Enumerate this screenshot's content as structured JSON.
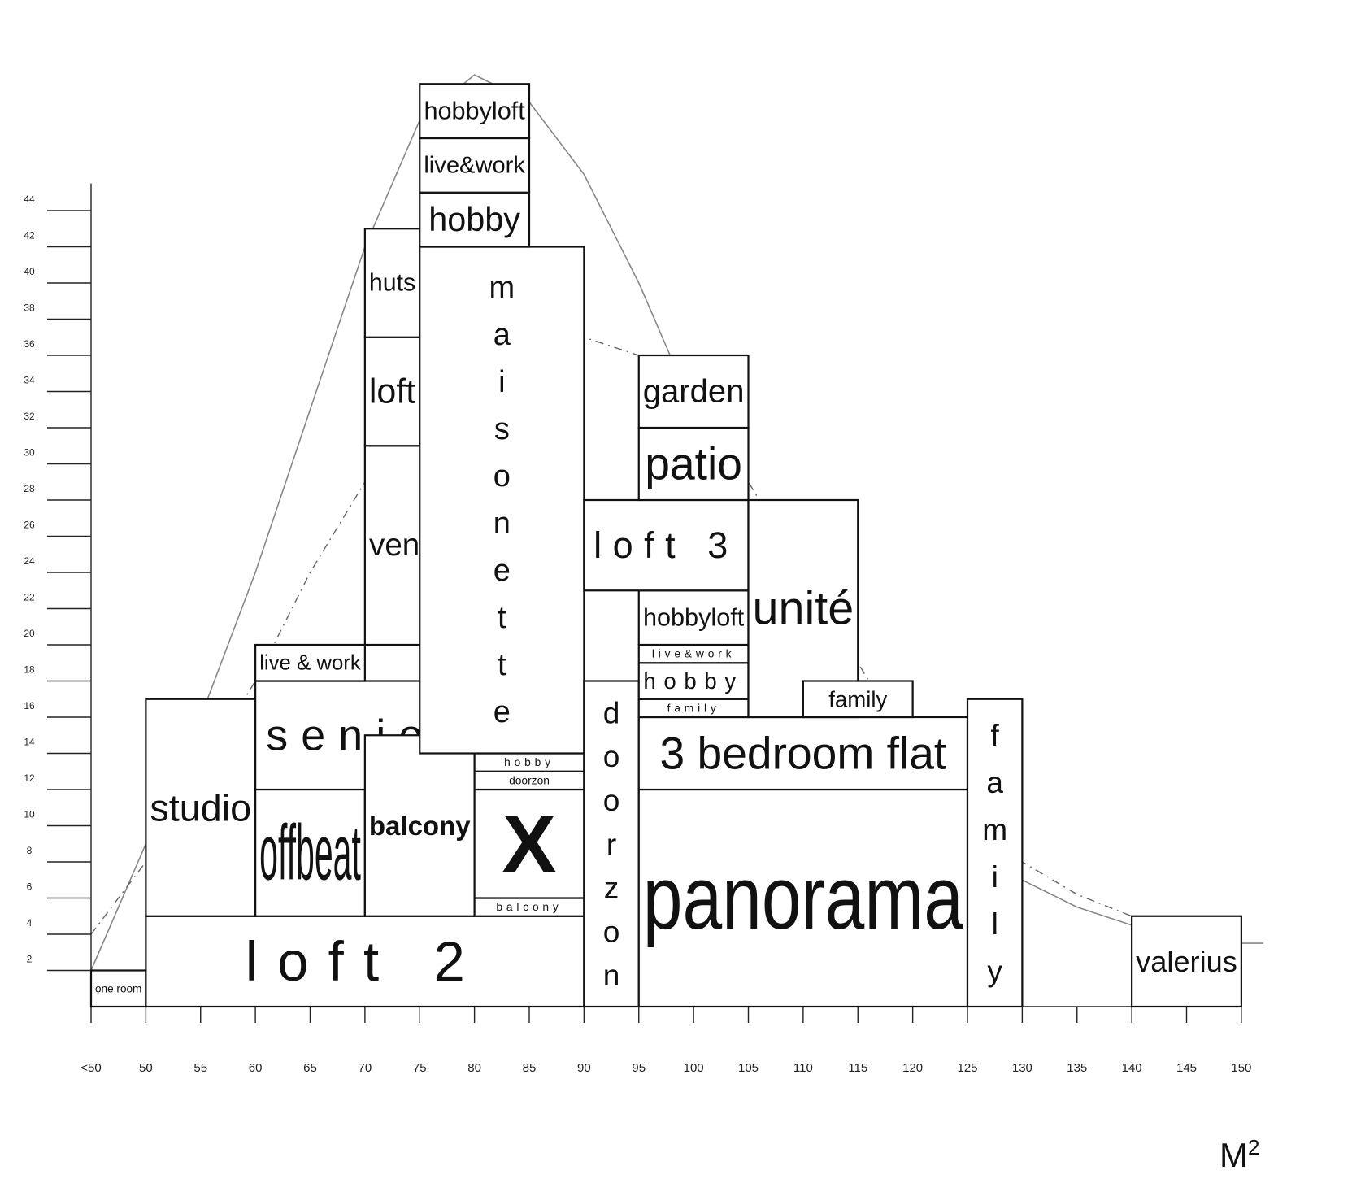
{
  "chart_data": {
    "type": "histogram-mosaic",
    "x_unit": "M",
    "x_unit_exp": "2",
    "x_ticks": [
      "<50",
      "50",
      "55",
      "60",
      "65",
      "70",
      "75",
      "80",
      "85",
      "90",
      "95",
      "100",
      "105",
      "110",
      "115",
      "120",
      "125",
      "130",
      "135",
      "140",
      "145",
      "150"
    ],
    "y_ticks": [
      2,
      4,
      6,
      8,
      10,
      12,
      14,
      16,
      18,
      20,
      22,
      24,
      26,
      28,
      30,
      32,
      34,
      36,
      38,
      40,
      42,
      44
    ],
    "blocks": [
      {
        "label": "one room",
        "x0": 45,
        "x1": 50,
        "y0": 0,
        "y1": 2,
        "style": "plain"
      },
      {
        "label": "loft 2",
        "x0": 50,
        "x1": 90,
        "y0": 0,
        "y1": 5,
        "style": "spaced"
      },
      {
        "label": "studio",
        "x0": 50,
        "x1": 60,
        "y0": 5,
        "y1": 17,
        "style": "plain"
      },
      {
        "label": "offbeat",
        "x0": 60,
        "x1": 70,
        "y0": 5,
        "y1": 12,
        "style": "condensed"
      },
      {
        "label": "senior",
        "x0": 60,
        "x1": 80,
        "y0": 12,
        "y1": 18,
        "style": "spaced"
      },
      {
        "label": "live & work",
        "x0": 60,
        "x1": 70,
        "y0": 18,
        "y1": 20,
        "style": "plain"
      },
      {
        "label": "balcony",
        "x0": 70,
        "x1": 80,
        "y0": 5,
        "y1": 15,
        "style": "bold"
      },
      {
        "label": "venetia",
        "x0": 70,
        "x1": 80,
        "y0": 20,
        "y1": 31,
        "style": "plain"
      },
      {
        "label": "loft",
        "x0": 70,
        "x1": 75,
        "y0": 31,
        "y1": 37,
        "style": "plain"
      },
      {
        "label": "huts",
        "x0": 70,
        "x1": 75,
        "y0": 37,
        "y1": 43,
        "style": "plain"
      },
      {
        "label": "balcony",
        "x0": 80,
        "x1": 90,
        "y0": 5,
        "y1": 6,
        "style": "spaced"
      },
      {
        "label": "X",
        "x0": 80,
        "x1": 90,
        "y0": 6,
        "y1": 12,
        "style": "bold"
      },
      {
        "label": "doorzon",
        "x0": 80,
        "x1": 90,
        "y0": 12,
        "y1": 13,
        "style": "plain"
      },
      {
        "label": "hobby",
        "x0": 80,
        "x1": 90,
        "y0": 13,
        "y1": 14,
        "style": "spaced"
      },
      {
        "label": "maisonette",
        "x0": 75,
        "x1": 90,
        "y0": 14,
        "y1": 42,
        "style": "vertical"
      },
      {
        "label": "hobby",
        "x0": 75,
        "x1": 85,
        "y0": 42,
        "y1": 45,
        "style": "plain"
      },
      {
        "label": "live&work",
        "x0": 75,
        "x1": 85,
        "y0": 45,
        "y1": 48,
        "style": "plain"
      },
      {
        "label": "hobbyloft",
        "x0": 75,
        "x1": 85,
        "y0": 48,
        "y1": 51,
        "style": "plain"
      },
      {
        "label": "doorzon",
        "x0": 90,
        "x1": 95,
        "y0": 0,
        "y1": 18,
        "style": "vertical"
      },
      {
        "label": "panorama",
        "x0": 95,
        "x1": 125,
        "y0": 0,
        "y1": 12,
        "style": "condensed"
      },
      {
        "label": "3 bedroom flat",
        "x0": 95,
        "x1": 125,
        "y0": 12,
        "y1": 16,
        "style": "plain"
      },
      {
        "label": "family",
        "x0": 95,
        "x1": 105,
        "y0": 16,
        "y1": 17,
        "style": "spaced"
      },
      {
        "label": "hobby",
        "x0": 95,
        "x1": 105,
        "y0": 17,
        "y1": 19,
        "style": "spaced"
      },
      {
        "label": "live&work",
        "x0": 95,
        "x1": 105,
        "y0": 19,
        "y1": 20,
        "style": "spaced"
      },
      {
        "label": "hobbyloft",
        "x0": 95,
        "x1": 105,
        "y0": 20,
        "y1": 23,
        "style": "plain"
      },
      {
        "label": "loft 3",
        "x0": 90,
        "x1": 105,
        "y0": 23,
        "y1": 28,
        "style": "spaced"
      },
      {
        "label": "patio",
        "x0": 95,
        "x1": 105,
        "y0": 28,
        "y1": 32,
        "style": "plain"
      },
      {
        "label": "garden",
        "x0": 95,
        "x1": 105,
        "y0": 32,
        "y1": 36,
        "style": "plain"
      },
      {
        "label": "unité",
        "x0": 105,
        "x1": 115,
        "y0": 16,
        "y1": 28,
        "style": "plain"
      },
      {
        "label": "family",
        "x0": 110,
        "x1": 120,
        "y0": 16,
        "y1": 18,
        "style": "plain"
      },
      {
        "label": "family",
        "x0": 125,
        "x1": 130,
        "y0": 0,
        "y1": 17,
        "style": "vertical"
      },
      {
        "label": "valerius",
        "x0": 140,
        "x1": 150,
        "y0": 0,
        "y1": 5,
        "style": "plain"
      }
    ],
    "curves": [
      {
        "style": "solid",
        "points": [
          [
            45,
            2
          ],
          [
            50,
            9
          ],
          [
            55,
            16
          ],
          [
            60,
            24
          ],
          [
            65,
            33
          ],
          [
            70,
            42
          ],
          [
            75,
            49
          ],
          [
            80,
            51.5
          ],
          [
            85,
            50
          ],
          [
            90,
            46
          ],
          [
            95,
            40
          ],
          [
            100,
            33
          ],
          [
            105,
            27
          ],
          [
            110,
            21
          ],
          [
            115,
            16
          ],
          [
            120,
            12
          ],
          [
            125,
            9
          ],
          [
            130,
            7
          ],
          [
            135,
            5.5
          ],
          [
            140,
            4.5
          ],
          [
            145,
            3.8
          ],
          [
            150,
            3.5
          ],
          [
            152,
            3.5
          ]
        ]
      },
      {
        "style": "dashed",
        "points": [
          [
            45,
            4
          ],
          [
            50,
            8
          ],
          [
            55,
            13
          ],
          [
            60,
            18
          ],
          [
            65,
            24
          ],
          [
            70,
            29
          ],
          [
            75,
            33
          ],
          [
            80,
            35.5
          ],
          [
            85,
            37
          ],
          [
            90,
            37
          ],
          [
            95,
            36
          ],
          [
            100,
            33
          ],
          [
            105,
            29
          ],
          [
            110,
            24
          ],
          [
            115,
            19
          ],
          [
            120,
            14
          ],
          [
            125,
            10
          ],
          [
            130,
            8
          ],
          [
            135,
            6.2
          ],
          [
            140,
            5
          ],
          [
            145,
            4.2
          ],
          [
            150,
            3.8
          ]
        ]
      }
    ]
  }
}
